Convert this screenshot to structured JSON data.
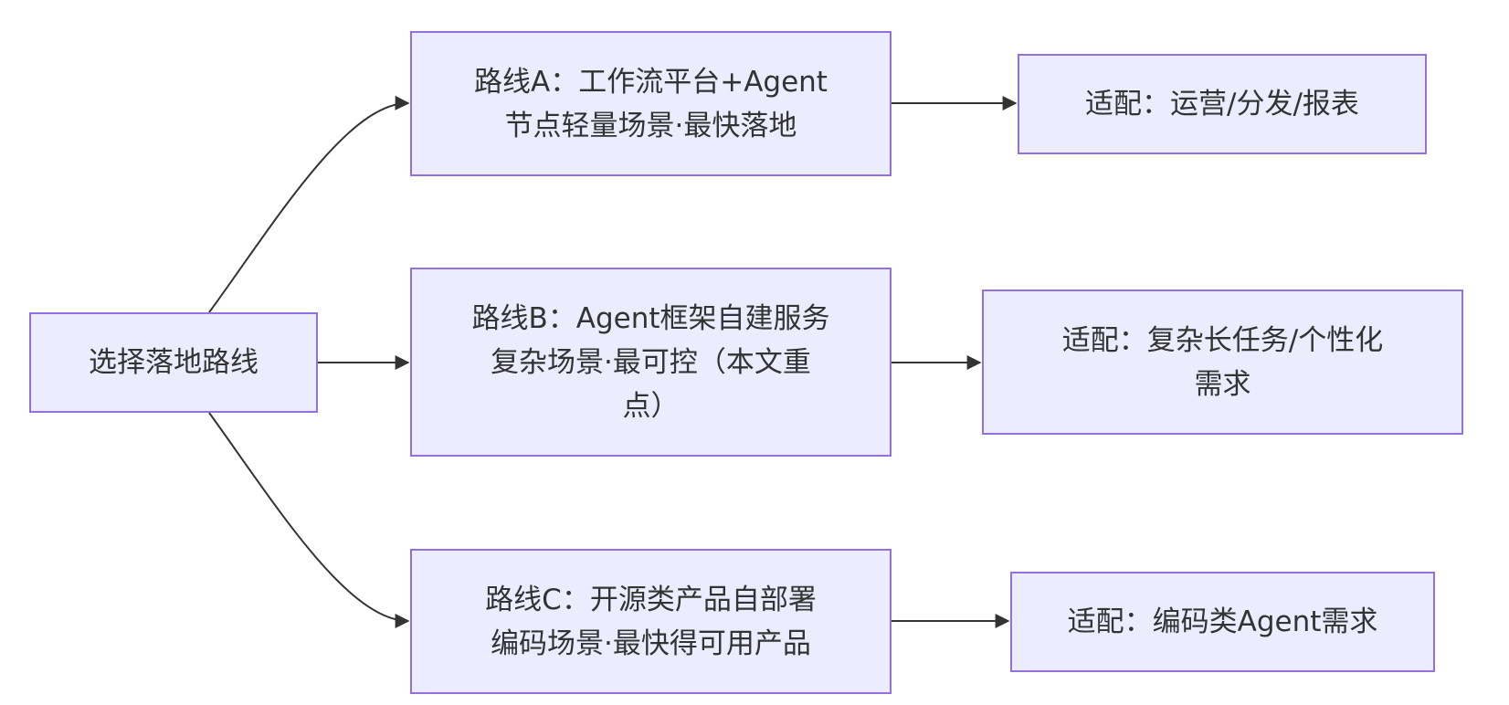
{
  "colors": {
    "node_fill": "#ececff",
    "node_border": "#9370db",
    "text": "#333333",
    "edge": "#333333"
  },
  "diagram": {
    "start": {
      "lines": [
        "选择落地路线"
      ]
    },
    "routes": [
      {
        "id": "route-a",
        "lines": [
          "路线A：工作流平台+Agent",
          "节点轻量场景·最快落地"
        ],
        "fit_lines": [
          "适配：运营/分发/报表"
        ]
      },
      {
        "id": "route-b",
        "lines": [
          "路线B：Agent框架自建服务",
          "复杂场景·最可控（本文重",
          "点）"
        ],
        "fit_lines": [
          "适配：复杂长任务/个性化",
          "需求"
        ]
      },
      {
        "id": "route-c",
        "lines": [
          "路线C：开源类产品自部署",
          "编码场景·最快得可用产品"
        ],
        "fit_lines": [
          "适配：编码类Agent需求"
        ]
      }
    ],
    "edges": [
      {
        "from": "start",
        "to": "route-a"
      },
      {
        "from": "start",
        "to": "route-b"
      },
      {
        "from": "start",
        "to": "route-c"
      },
      {
        "from": "route-a",
        "to": "fit-a"
      },
      {
        "from": "route-b",
        "to": "fit-b"
      },
      {
        "from": "route-c",
        "to": "fit-c"
      }
    ]
  }
}
